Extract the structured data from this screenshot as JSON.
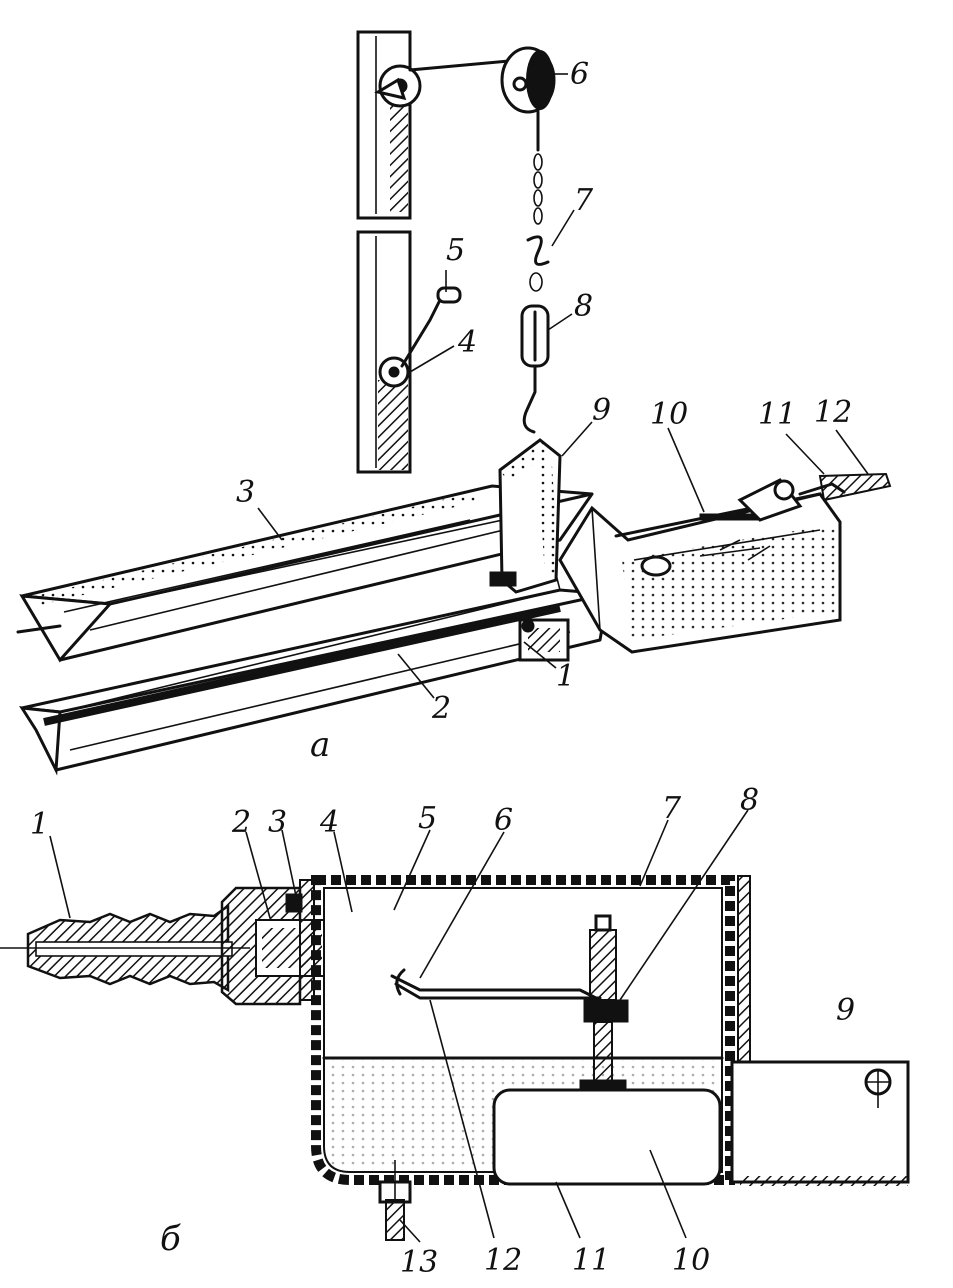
{
  "figure_a": {
    "caption": "а",
    "labels": [
      "1",
      "2",
      "3",
      "4",
      "5",
      "6",
      "7",
      "8",
      "9",
      "10",
      "11",
      "12"
    ]
  },
  "figure_b": {
    "caption": "б",
    "labels": [
      "1",
      "2",
      "3",
      "4",
      "5",
      "6",
      "7",
      "8",
      "9",
      "10",
      "11",
      "12",
      "13"
    ]
  }
}
